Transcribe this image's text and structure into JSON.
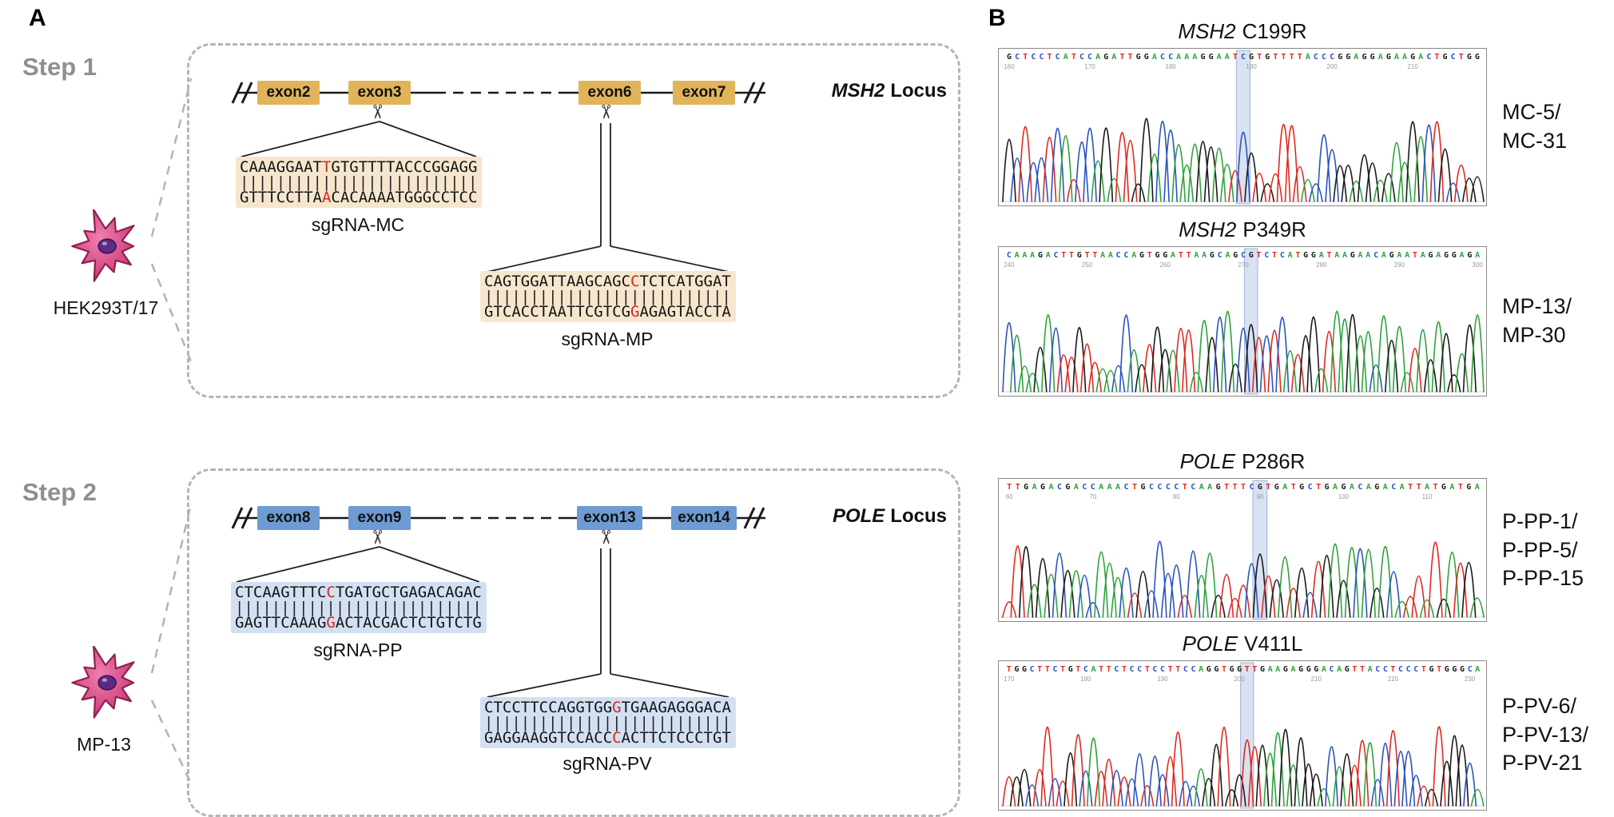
{
  "panel_a_label": "A",
  "panel_b_label": "B",
  "colors": {
    "base_A": "#2da33c",
    "base_C": "#2b53c0",
    "base_G": "#1a1a1a",
    "base_T": "#dd2b20"
  },
  "step1": {
    "label": "Step 1",
    "cell_label": "HEK293T/17",
    "locus_gene": "MSH2",
    "locus_suffix": "Locus",
    "exons": [
      "exon2",
      "exon3",
      "exon6",
      "exon7"
    ],
    "sgrnas": [
      {
        "label": "sgRNA-MC",
        "top_pre": "CAAAGGAAT",
        "top_mut": "T",
        "top_post": "GTGTTTTACCCGGAGG",
        "pipes": "||||||||||||||||||||||||||",
        "bot_pre": "GTTTCCTTA",
        "bot_mut": "A",
        "bot_post": "CACAAAATGGGCCTCC"
      },
      {
        "label": "sgRNA-MP",
        "top_pre": "CAGTGGATTAAGCAGC",
        "top_mut": "C",
        "top_post": "TCTCATGGAT",
        "pipes": "|||||||||||||||||||||||||||",
        "bot_pre": "GTCACCTAATTCGTCG",
        "bot_mut": "G",
        "bot_post": "AGAGTACCTA"
      }
    ]
  },
  "step2": {
    "label": "Step 2",
    "cell_label": "MP-13",
    "locus_gene": "POLE",
    "locus_suffix": "Locus",
    "exons": [
      "exon8",
      "exon9",
      "exon13",
      "exon14"
    ],
    "sgrnas": [
      {
        "label": "sgRNA-PP",
        "top_pre": "CTCAAGTTTC",
        "top_mut": "C",
        "top_post": "TGATGCTGAGACAGAC",
        "pipes": "|||||||||||||||||||||||||||",
        "bot_pre": "GAGTTCAAAG",
        "bot_mut": "G",
        "bot_post": "ACTACGACTCTGTCTG"
      },
      {
        "label": "sgRNA-PV",
        "top_pre": "CTCCTTCCAGGTGG",
        "top_mut": "G",
        "top_post": "TGAAGAGGGACA",
        "pipes": "|||||||||||||||||||||||||||",
        "bot_pre": "GAGGAAGGTCCACC",
        "bot_mut": "C",
        "bot_post": "ACTTCTCCCTGT"
      }
    ]
  },
  "chromatograms": [
    {
      "type": "chromatogram",
      "gene": "MSH2",
      "mutation": "C199R",
      "clones": "MC-5/\nMC-31",
      "sequence": "GCTCCTCATCCAGATTGGACCAAAGGAATCGTGTTTTACCCGGAGGAGAAGACTGCTGG",
      "highlight_index": 29,
      "tick_start": 160,
      "seed": 11
    },
    {
      "type": "chromatogram",
      "gene": "MSH2",
      "mutation": "P349R",
      "clones": "MP-13/\nMP-30",
      "sequence": "CAAAGACTTGTTAACCAGTGGATTAAGCAGCGTCTCATGGATAAGAACAGAATAGAGGAGA",
      "highlight_index": 31,
      "tick_start": 240,
      "seed": 23
    },
    {
      "type": "chromatogram",
      "gene": "POLE",
      "mutation": "P286R",
      "clones": "P-PP-1/\nP-PP-5/\nP-PP-15",
      "sequence": "TTGAGACGACCAAACTGCCCCTCAAGTTTCGTGATGCTGAGACAGACATTATGATGA",
      "highlight_index": 30,
      "tick_start": 60,
      "seed": 37
    },
    {
      "type": "chromatogram",
      "gene": "POLE",
      "mutation": "V411L",
      "clones": "P-PV-6/\nP-PV-13/\nP-PV-21",
      "sequence": "TGGCTTCTGTCATTCTCCTCCTTCCAGGTGGTTGAAGAGGGACAGTTACCTCCCTGTGGGCA",
      "highlight_index": 31,
      "tick_start": 170,
      "seed": 51
    }
  ]
}
